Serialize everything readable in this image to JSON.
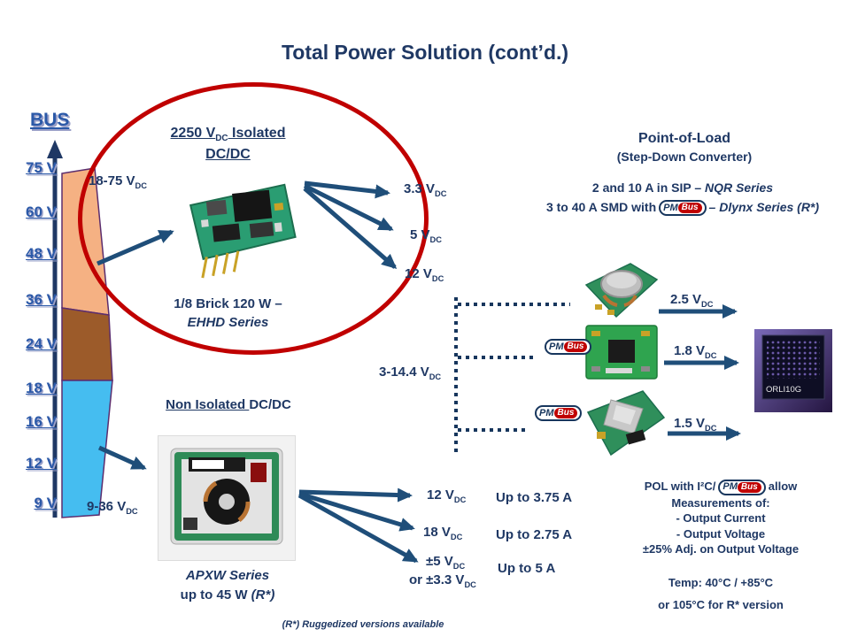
{
  "title": "Total Power Solution (cont’d.)",
  "colors": {
    "navy": "#1F3864",
    "bus_blue": "#2B59A8",
    "red": "#C00000",
    "arrow_blue": "#1F4E79"
  },
  "bus": {
    "label": "BUS",
    "voltages": [
      "75 V",
      "60 V",
      "48 V",
      "36 V",
      "24 V",
      "18 V",
      "16 V",
      "12 V",
      "9 V"
    ]
  },
  "isolated": {
    "heading_main": "2250 V",
    "heading_sub": "DC",
    "heading_rest": " Isolated",
    "heading_line2": "DC/DC",
    "input_label": "18-75 V",
    "input_sub": "DC",
    "module_caption_line1": "1/8 Brick 120 W –",
    "module_caption_line2": "EHHD Series",
    "outputs": [
      {
        "text": "3.3 V",
        "sub": "DC"
      },
      {
        "text": "5 V",
        "sub": "DC"
      },
      {
        "text": "12 V",
        "sub": "DC"
      }
    ]
  },
  "pol": {
    "heading_line1": "Point-of-Load",
    "heading_line2": "(Step-Down Converter)",
    "line1_pre": "2 and 10 A in SIP – ",
    "line1_series": "NQR Series",
    "line2_pre": "3 to 40 A SMD with",
    "line2_post": "– Dlynx Series (R*)",
    "input_label": "3-14.4 V",
    "input_sub": "DC",
    "outputs": [
      {
        "text": "2.5 V",
        "sub": "DC"
      },
      {
        "text": "1.8 V",
        "sub": "DC"
      },
      {
        "text": "1.5 V",
        "sub": "DC"
      }
    ],
    "chip_label": "ORLI10G"
  },
  "non_isolated": {
    "heading_underlined": "Non Isolated ",
    "heading_rest": "DC/DC",
    "input_label": "9-36 V",
    "input_sub": "DC",
    "caption_line1": "APXW Series",
    "caption_line2_main": "up to 45 W ",
    "caption_line2_italic": "(R*)",
    "outputs": [
      {
        "text": "12 V",
        "sub": "DC",
        "current": "Up to 3.75 A"
      },
      {
        "text": "18 V",
        "sub": "DC",
        "current": "Up to 2.75 A"
      },
      {
        "text": "±5 V",
        "sub": "DC",
        "line2_pre": "or ±3.3 V",
        "line2_sub": "DC",
        "current": "Up to 5 A"
      }
    ]
  },
  "pmbus": {
    "pm": "PM",
    "bus": "Bus"
  },
  "features": {
    "line1_pre": "POL with I²C/",
    "line1_post": "allow",
    "line2": "Measurements of:",
    "item1": "- Output Current",
    "item2": "- Output Voltage",
    "item3": "±25% Adj. on Output Voltage",
    "temp_line1": "Temp: 40°C / +85°C",
    "temp_line2": "or 105°C for R* version"
  },
  "footnote": "(R*) Ruggedized versions available"
}
